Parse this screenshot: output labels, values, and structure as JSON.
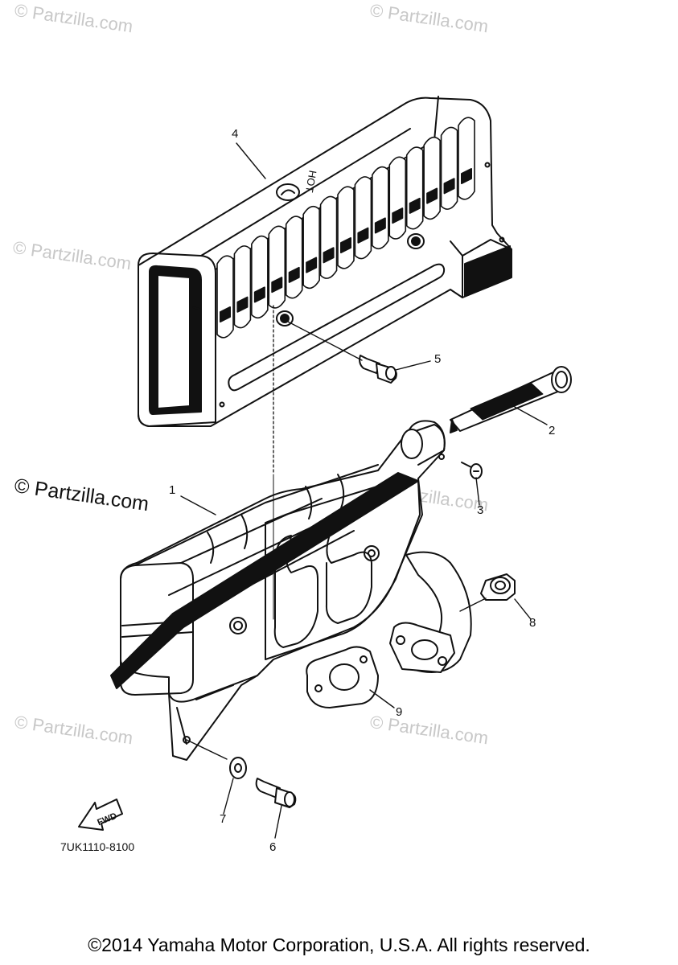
{
  "watermark": "© Partzilla.com",
  "watermark_strong": "© Partzilla.com",
  "callouts": [
    "1",
    "2",
    "3",
    "4",
    "5",
    "6",
    "7",
    "8",
    "9"
  ],
  "part_code": "7UK1110-8100",
  "fwd_label": "FWD",
  "cover_text": "HOT",
  "copyright": "©2014 Yamaha Motor Corporation, U.S.A. All rights reserved."
}
